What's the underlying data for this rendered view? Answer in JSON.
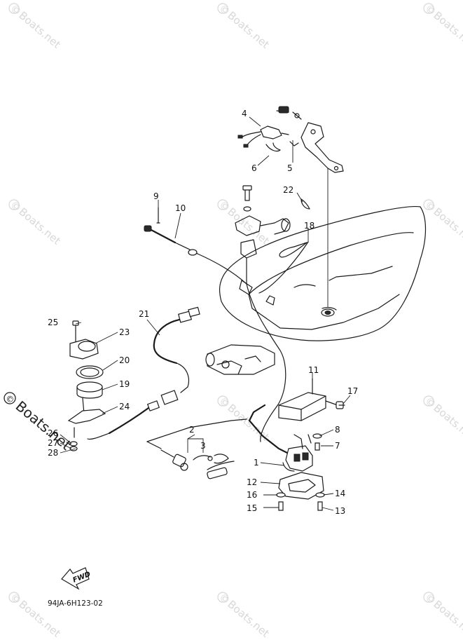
{
  "watermark": {
    "text": "Boats.net",
    "symbol": "©"
  },
  "diagram": {
    "part_code": "94JA-6H123-02",
    "direction_label": "FWD",
    "colors": {
      "ink": "#1a1a1a",
      "watermark": "#d8d8d8",
      "background": "#ffffff"
    },
    "callouts": [
      {
        "id": "c1",
        "label": "1"
      },
      {
        "id": "c2",
        "label": "2"
      },
      {
        "id": "c3",
        "label": "3"
      },
      {
        "id": "c4",
        "label": "4"
      },
      {
        "id": "c5",
        "label": "5"
      },
      {
        "id": "c6",
        "label": "6"
      },
      {
        "id": "c7",
        "label": "7"
      },
      {
        "id": "c8",
        "label": "8"
      },
      {
        "id": "c9",
        "label": "9"
      },
      {
        "id": "c10",
        "label": "10"
      },
      {
        "id": "c11",
        "label": "11"
      },
      {
        "id": "c12",
        "label": "12"
      },
      {
        "id": "c13",
        "label": "13"
      },
      {
        "id": "c14",
        "label": "14"
      },
      {
        "id": "c15",
        "label": "15"
      },
      {
        "id": "c16",
        "label": "16"
      },
      {
        "id": "c17",
        "label": "17"
      },
      {
        "id": "c18",
        "label": "18"
      },
      {
        "id": "c19",
        "label": "19"
      },
      {
        "id": "c20",
        "label": "20"
      },
      {
        "id": "c21",
        "label": "21"
      },
      {
        "id": "c22",
        "label": "22"
      },
      {
        "id": "c23",
        "label": "23"
      },
      {
        "id": "c24",
        "label": "24"
      },
      {
        "id": "c25",
        "label": "25"
      },
      {
        "id": "c26",
        "label": "26"
      },
      {
        "id": "c27",
        "label": "27"
      },
      {
        "id": "c28",
        "label": "28"
      }
    ]
  }
}
